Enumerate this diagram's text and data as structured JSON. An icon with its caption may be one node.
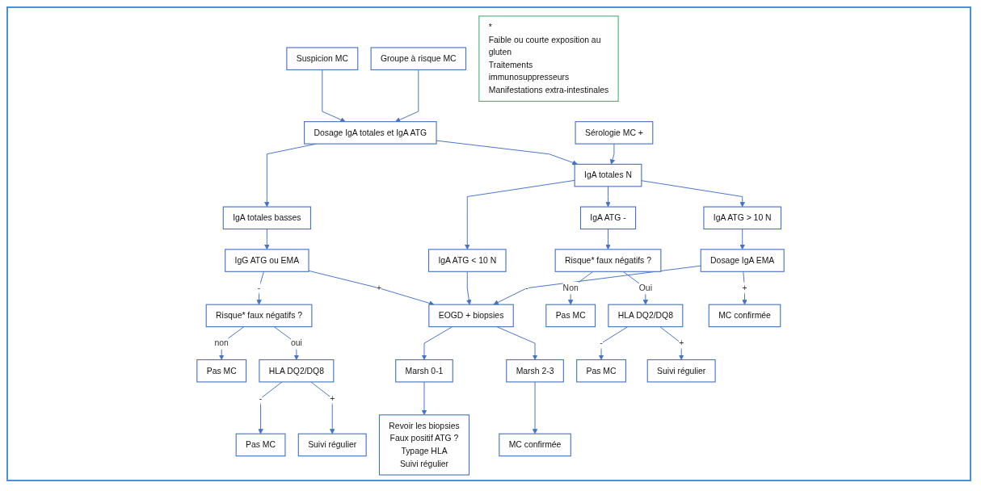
{
  "diagram": {
    "nodes": [
      {
        "text": [
          "Sérologie MC +"
        ]
      },
      {
        "text": [
          "Suspicion MC"
        ]
      },
      {
        "text": [
          "Groupe à risque MC"
        ]
      },
      {
        "text": [
          "Dosage IgA totales et IgA ATG"
        ]
      },
      {
        "text": [
          "IgA totales basses"
        ]
      },
      {
        "text": [
          "Pas MC"
        ]
      },
      {
        "text": [
          "IgA totales N"
        ]
      },
      {
        "text": [
          "IgG ATG ou EMA"
        ]
      },
      {
        "text": [
          "Risque* faux négatifs ?"
        ]
      },
      {
        "text": [
          "IgA ATG -"
        ]
      },
      {
        "text": [
          "IgA ATG > 10 N"
        ]
      },
      {
        "text": [
          "IgA ATG < 10 N"
        ]
      },
      {
        "text": [
          "Risque* faux négatifs ?"
        ]
      },
      {
        "text": [
          "Dosage IgA EMA"
        ]
      },
      {
        "text": [
          "EOGD + biopsies"
        ]
      },
      {
        "text": [
          "HLA DQ2/DQ8"
        ]
      },
      {
        "text": [
          "Pas MC"
        ]
      },
      {
        "text": [
          "Suivi régulier"
        ]
      },
      {
        "text": [
          "Pas MC"
        ]
      },
      {
        "text": [
          "HLA DQ2/DQ8"
        ]
      },
      {
        "text": [
          "MC confirmée"
        ]
      },
      {
        "text": [
          "Marsh 0-1"
        ]
      },
      {
        "text": [
          "Marsh 2-3"
        ]
      },
      {
        "text": [
          "Pas MC"
        ]
      },
      {
        "text": [
          "Suivi régulier"
        ]
      },
      {
        "text": [
          "Revoir les biopsies",
          "Faux positif ATG ?",
          "Typage HLA",
          "Suivi régulier"
        ]
      },
      {
        "text": [
          "MC confirmée"
        ]
      },
      {
        "text": [
          "*",
          "Faible ou courte exposition au gluten",
          "Traitements immunosuppresseurs",
          "Manifestations extra-intestinales"
        ]
      }
    ],
    "edges": [
      {
        "from": 1,
        "to": 3,
        "arrow": "to"
      },
      {
        "from": 2,
        "to": 3,
        "arrow": "to"
      },
      {
        "from": 3,
        "to": 4,
        "arrow": "to"
      },
      {
        "from": 3,
        "to": 6,
        "arrow": "to"
      },
      {
        "from": 0,
        "to": 6,
        "arrow": "to"
      },
      {
        "from": 4,
        "to": 7,
        "arrow": "to"
      },
      {
        "from": 7,
        "to": 8,
        "arrow": "to",
        "label": "-"
      },
      {
        "from": 8,
        "to": 5,
        "arrow": "to",
        "label": "non"
      },
      {
        "from": 8,
        "to": 15,
        "arrow": "to",
        "label": "oui"
      },
      {
        "from": 7,
        "to": 14,
        "arrow": "to",
        "label": "+"
      },
      {
        "from": 6,
        "to": 9,
        "arrow": "to"
      },
      {
        "from": 6,
        "to": 10,
        "arrow": "to"
      },
      {
        "from": 6,
        "to": 11,
        "arrow": "to"
      },
      {
        "from": 9,
        "to": 12,
        "arrow": "to"
      },
      {
        "from": 10,
        "to": 13,
        "arrow": "to"
      },
      {
        "from": 11,
        "to": 14,
        "arrow": "to"
      },
      {
        "from": 13,
        "to": 14,
        "arrow": "to",
        "label": "-"
      },
      {
        "from": 13,
        "to": 20,
        "arrow": "to",
        "label": "+"
      },
      {
        "from": 12,
        "to": 18,
        "arrow": "to",
        "label": "Non"
      },
      {
        "from": 12,
        "to": 19,
        "arrow": "to",
        "label": "Oui"
      },
      {
        "from": 15,
        "to": 16,
        "arrow": "to",
        "label": "-"
      },
      {
        "from": 15,
        "to": 17,
        "arrow": "to",
        "label": "+"
      },
      {
        "from": 19,
        "to": 23,
        "arrow": "to",
        "label": "-"
      },
      {
        "from": 19,
        "to": 24,
        "arrow": "to",
        "label": "+"
      },
      {
        "from": 14,
        "to": 21,
        "arrow": "to"
      },
      {
        "from": 14,
        "to": 22,
        "arrow": "to"
      },
      {
        "from": 21,
        "to": 25,
        "arrow": "to"
      },
      {
        "from": 22,
        "to": 26,
        "arrow": "to"
      }
    ]
  }
}
